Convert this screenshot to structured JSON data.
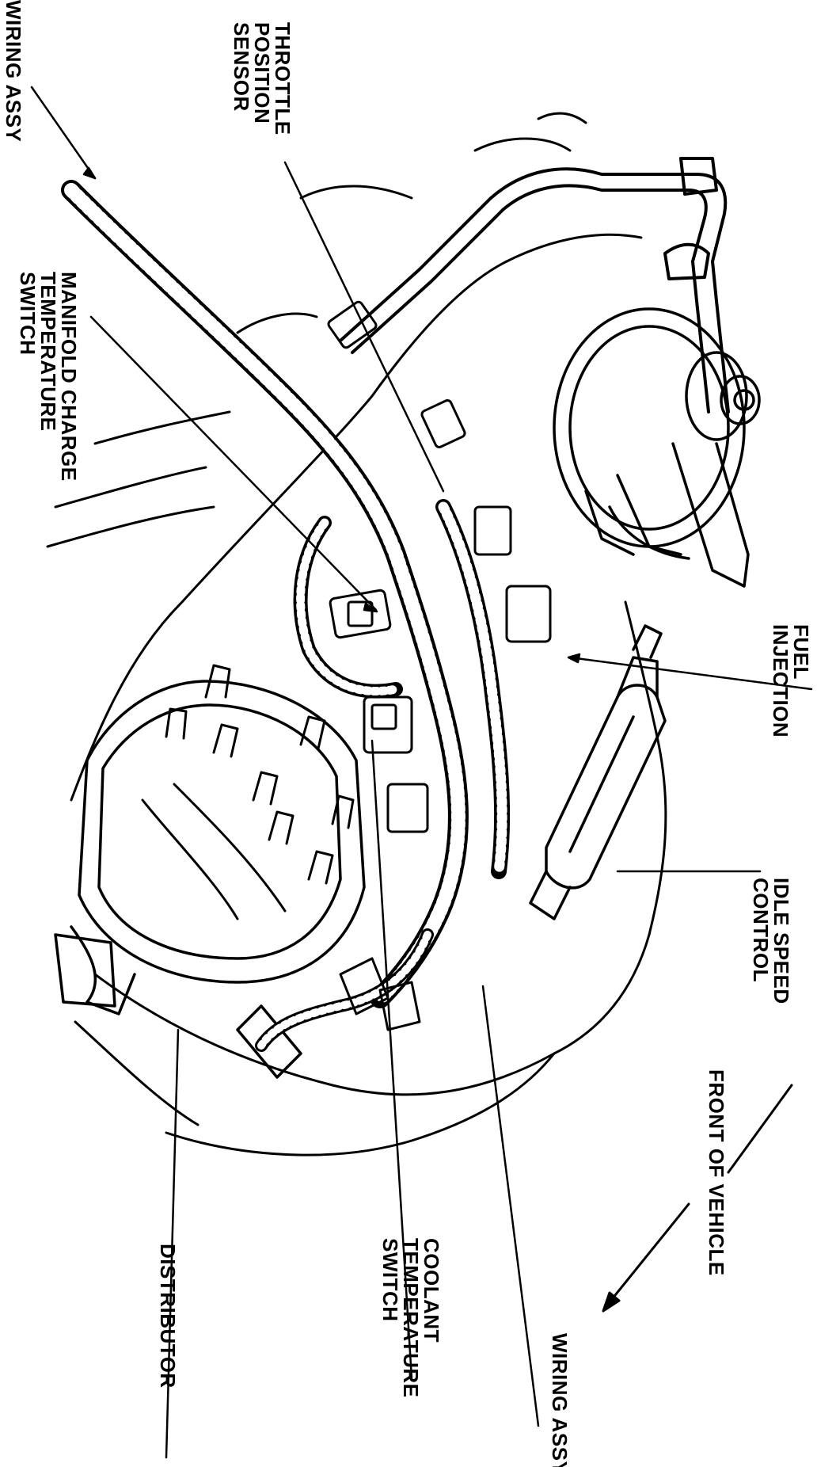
{
  "labels": {
    "wiring_assy_top": [
      "WIRING ASSY"
    ],
    "throttle_position_sensor": [
      "THROTTLE",
      "POSITION",
      "SENSOR"
    ],
    "manifold_charge_switch": [
      "MANIFOLD CHARGE",
      "TEMPERATURE",
      "SWITCH"
    ],
    "fuel_injection": [
      "FUEL",
      "INJECTION"
    ],
    "idle_speed_control": [
      "IDLE SPEED",
      "CONTROL"
    ],
    "front_of_vehicle": [
      "FRONT OF VEHICLE"
    ],
    "distributor": [
      "DISTRIBUTOR"
    ],
    "coolant_temperature_switch": [
      "COOLANT",
      "TEMPERATURE",
      "SWITCH"
    ],
    "wiring_assy_bottom": [
      "WIRING ASSY"
    ]
  },
  "colors": {
    "ink": "#000000",
    "paper": "#ffffff"
  }
}
